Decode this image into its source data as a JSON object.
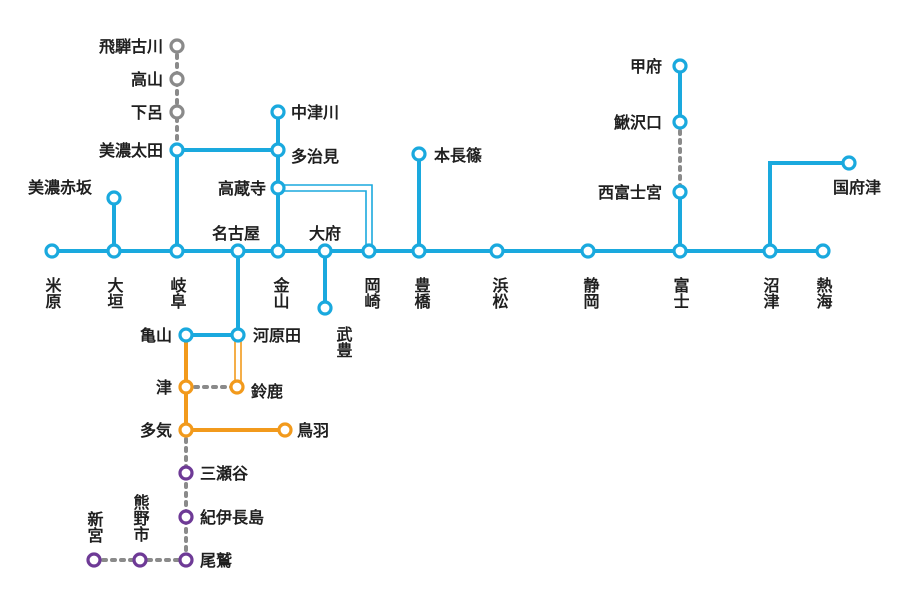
{
  "colors": {
    "blue": "#1aa9de",
    "orange": "#f29a1c",
    "purple": "#6e3a96",
    "gray": "#8a8a8a",
    "text": "#1f1f1f"
  },
  "stations": {
    "maibara": "米原",
    "ogaki": "大垣",
    "gifu": "岐阜",
    "nagoya": "名古屋",
    "kanayama": "金山",
    "obu": "大府",
    "okazaki": "岡崎",
    "toyohashi": "豊橋",
    "hamamatsu": "浜松",
    "shizuoka": "静岡",
    "fuji": "富士",
    "numazu": "沼津",
    "atami": "熱海",
    "mino_akasaka": "美濃赤坂",
    "hida_furukawa": "飛騨古川",
    "takayama": "高山",
    "gero": "下呂",
    "mino_ota": "美濃太田",
    "nakatsugawa": "中津川",
    "tajimi": "多治見",
    "kozoji": "高蔵寺",
    "hon_nagashino": "本長篠",
    "taketoyo": "武豊",
    "kofu": "甲府",
    "kajikazawaguchi": "鰍沢口",
    "nishi_fujinomiya": "西富士宮",
    "kozu": "国府津",
    "kawarada": "河原田",
    "kameyama": "亀山",
    "tsu": "津",
    "suzuka": "鈴鹿",
    "taki": "多気",
    "toba": "鳥羽",
    "misedani": "三瀬谷",
    "kii_nagashima": "紀伊長島",
    "owase": "尾鷲",
    "kumanoshi": "熊野市",
    "shingu": "新宮"
  }
}
